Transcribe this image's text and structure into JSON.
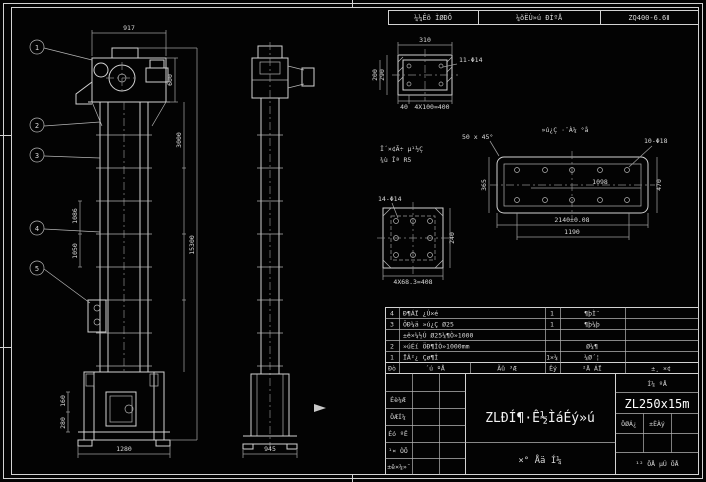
{
  "colors": {
    "background": "#030303",
    "line": "#d2d2d2",
    "dim_line": "#9b9b9b",
    "text": "#d8d8d8"
  },
  "top_strip": {
    "cells": [
      "¼¼Êõ ÌØÐÔ",
      "¼õËÙ»ú ÐÍºÅ",
      "ZQ400-6.6Ⅱ"
    ]
  },
  "front_view": {
    "balloons": [
      "1",
      "2",
      "3",
      "4",
      "5"
    ],
    "dim_top": "917",
    "dim_head_height": "600",
    "dim_section": "3000",
    "dim_total": "15300",
    "dim_left_upper": "1086",
    "dim_left_lower": "1050",
    "dim_boot_upper": "160",
    "dim_boot_lower": "280",
    "dim_base": "1280"
  },
  "side_view": {
    "dim_base": "945"
  },
  "channel_detail": {
    "dim_width": "310",
    "dim_left_outer": "290",
    "dim_left_inner": "200",
    "holes_label": "11-Φ14",
    "dim_edge": "40",
    "dim_pitch": "4X100=400"
  },
  "plate_detail": {
    "caption": "»ú¿Ç ·¨À¼ °å",
    "chamfer_label": "50 x 45°",
    "holes_label": "10-Φ18",
    "dim_inner": "1098",
    "dim_left": "365",
    "dim_right": "470",
    "dim_overall": "2140±0.08",
    "dim_pitch": "1190"
  },
  "small_plate_detail": {
    "holes_label": "14-Φ14",
    "dim_pitch": "4X68.3=408",
    "dim_side": "240"
  },
  "notes": {
    "line1": "Î´×¢Ã÷ µ¹½Ç",
    "line2": "¾ù Îª R5"
  },
  "bom": {
    "header": {
      "no": "Ðò",
      "code": "´ú ºÅ",
      "name": "Ãû ³Æ",
      "qty": "Êý",
      "mat": "²Ä ÁÏ",
      "rem": "±¸ ×¢"
    },
    "rows": [
      {
        "no": "4",
        "desc": "Ð¶ÁÏ ¿Ú×é",
        "qty": "1",
        "mat": "¶þÌ¨",
        "rem": ""
      },
      {
        "no": "3",
        "desc": "ÖÐ¼ä »ú¿Ç Ø25",
        "qty": "1",
        "mat": "¶þ¼þ",
        "rem": ""
      },
      {
        "no": "",
        "desc": "±ê×¼½Ú Ø25¼¶Ò»1000",
        "qty": "",
        "mat": "",
        "rem": ""
      },
      {
        "no": "2",
        "desc": "»úÉí ÖÐ¶ÎÒ»1000mm",
        "qty": "",
        "mat": "Ø¼¶",
        "rem": ""
      },
      {
        "no": "1",
        "desc": "ÏÂ²¿ Çø¶Î",
        "qty": "1×¼",
        "mat": "¼Ø´¦",
        "rem": ""
      }
    ]
  },
  "title_block": {
    "title": "ZLÐÍ¶·Ê½ÌáÉý»ú",
    "model": "ZL250x15m",
    "doc_type": "×° Åä Í¼",
    "sig_labels": [
      "Éè¼Æ",
      "ÖÆÍ¼",
      "Éó ºË",
      "¹¤ ÒÕ",
      "±ê×¼»¯"
    ],
    "drawing_no_label": "Í¼ ºÅ",
    "weight_label": "ÖØÁ¿",
    "scale_label": "±ÈÀý",
    "sheet_label": "¹² ÕÅ  µÚ ÕÅ"
  }
}
